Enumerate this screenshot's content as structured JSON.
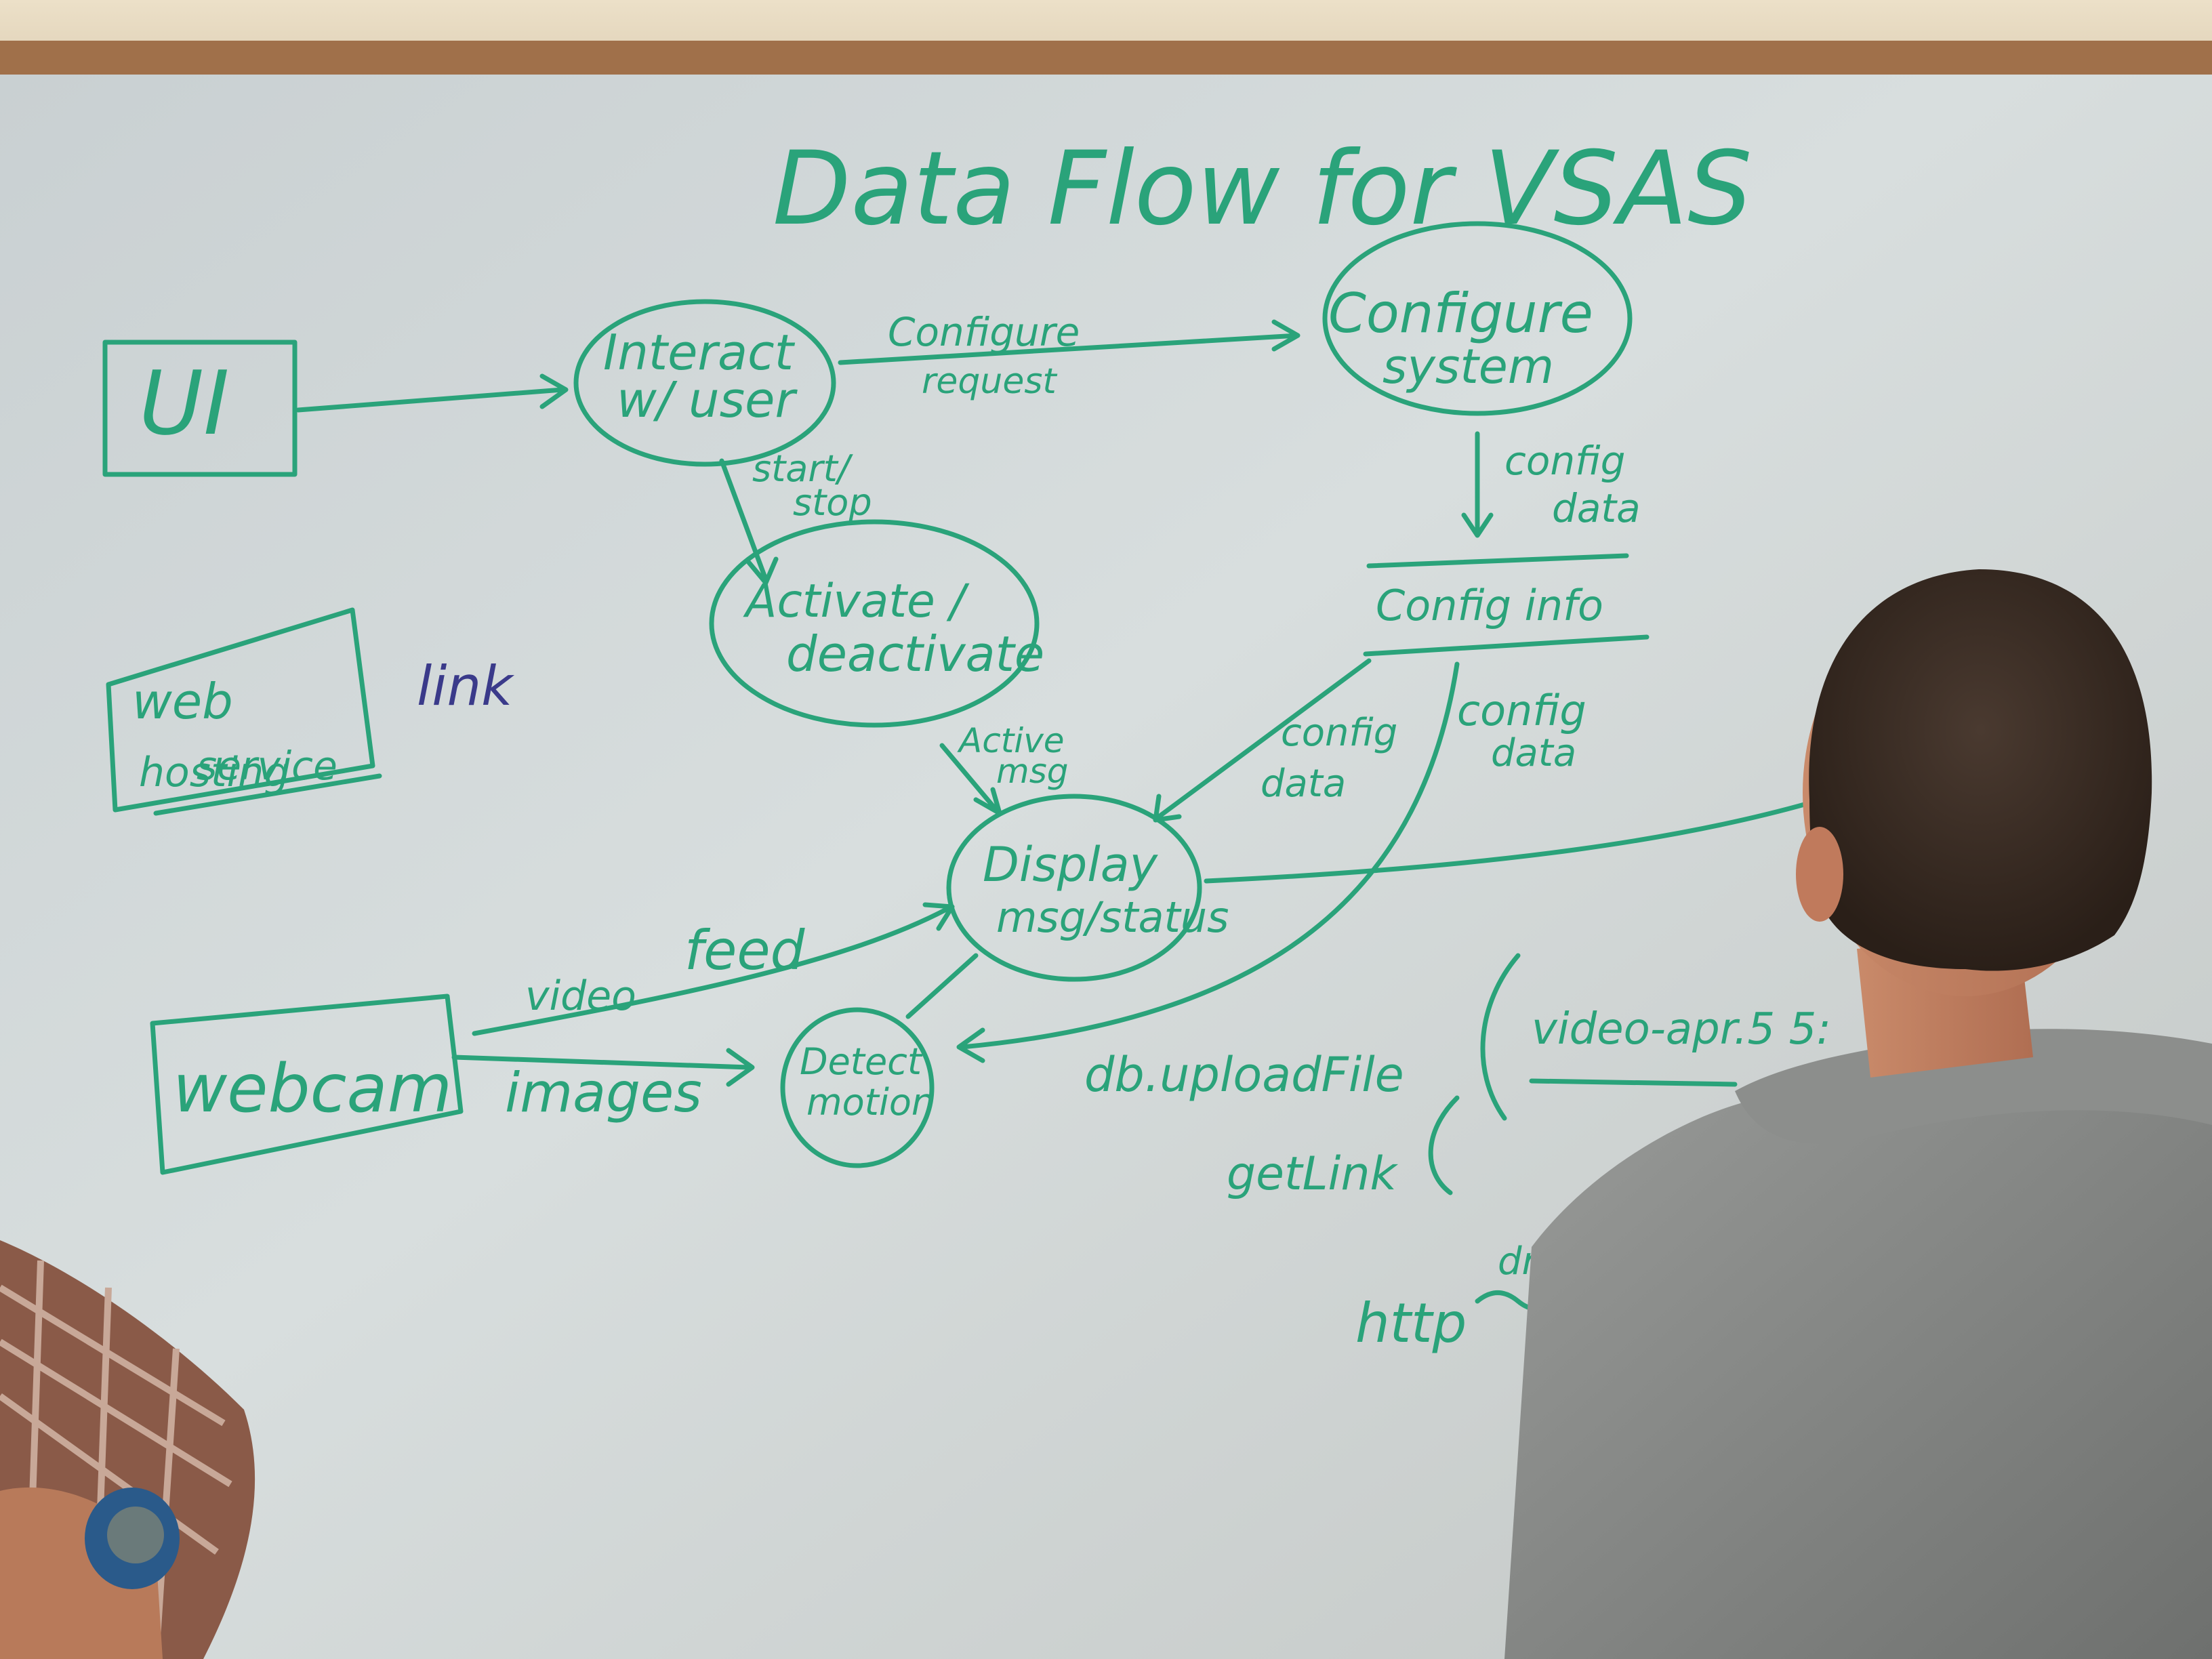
{
  "whiteboard": {
    "title": "Data Flow for VSAS",
    "nodes": {
      "ui": "UI",
      "interact": [
        "Interact",
        "w/ user"
      ],
      "configure": [
        "Configure",
        "system"
      ],
      "activate": [
        "Activate /",
        "deactivate"
      ],
      "display": [
        "Display",
        "msg/status"
      ],
      "detect": [
        "Detect",
        "motion"
      ],
      "webcam": "webcam",
      "web_hosting": [
        "web",
        "hosting",
        "service"
      ],
      "config_store": "Config info"
    },
    "flows": {
      "configure_request": [
        "Configure",
        "request"
      ],
      "start_stop": [
        "start/",
        "stop"
      ],
      "config_data_1": [
        "config",
        "data"
      ],
      "config_data_2": [
        "config",
        "data"
      ],
      "config_data_3": [
        "config",
        "data"
      ],
      "active_msg": [
        "Active",
        "msg"
      ],
      "video_feed": [
        "video",
        "feed"
      ],
      "images": "images"
    },
    "notes": {
      "link": "link",
      "upload": "db.uploadFile",
      "get_link": "getLink",
      "video_file": "video-apr.5 5:",
      "http": "http",
      "dr": "dr..."
    },
    "colors": {
      "marker_green": "#2aa37a",
      "marker_blue": "#3a3a8a",
      "board": "#d6dcdc",
      "frame": "#a0704a"
    }
  }
}
